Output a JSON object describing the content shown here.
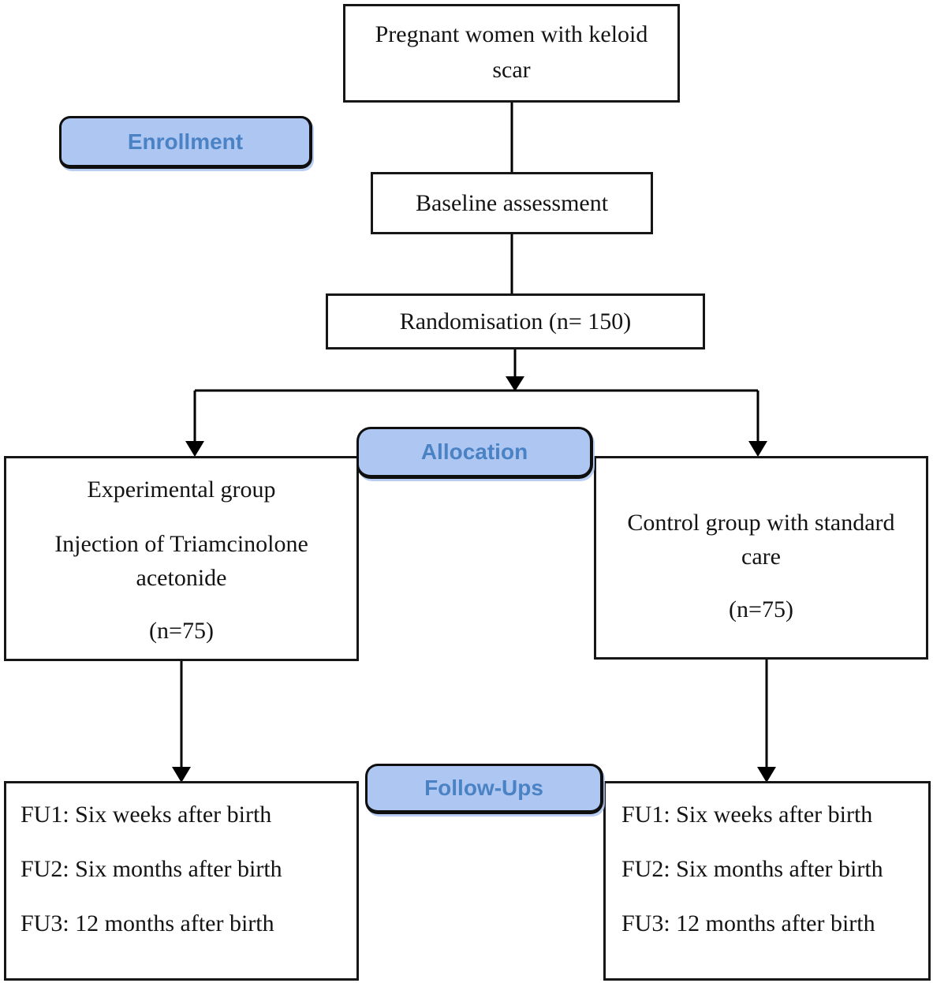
{
  "colors": {
    "stage_fill": "#aec6f2",
    "stage_text": "#4a82c4",
    "line_color": "#000000",
    "box_bg": "#ffffff"
  },
  "stages": {
    "enrollment": "Enrollment",
    "allocation": "Allocation",
    "followups": "Follow-Ups"
  },
  "nodes": {
    "population": {
      "text": "Pregnant women with keloid scar"
    },
    "baseline": {
      "text": "Baseline assessment"
    },
    "randomisation": {
      "text": "Randomisation (n= 150)"
    },
    "experimental": {
      "title": "Experimental group",
      "intervention": "Injection of Triamcinolone acetonide",
      "n": "(n=75)"
    },
    "control": {
      "title": "Control group with standard care",
      "n": "(n=75)"
    },
    "followup_left": {
      "items": [
        "FU1: Six weeks after birth",
        "FU2: Six months after birth",
        "FU3: 12 months after birth"
      ]
    },
    "followup_right": {
      "items": [
        "FU1: Six weeks after birth",
        "FU2: Six months after birth",
        "FU3: 12 months after birth"
      ]
    }
  }
}
